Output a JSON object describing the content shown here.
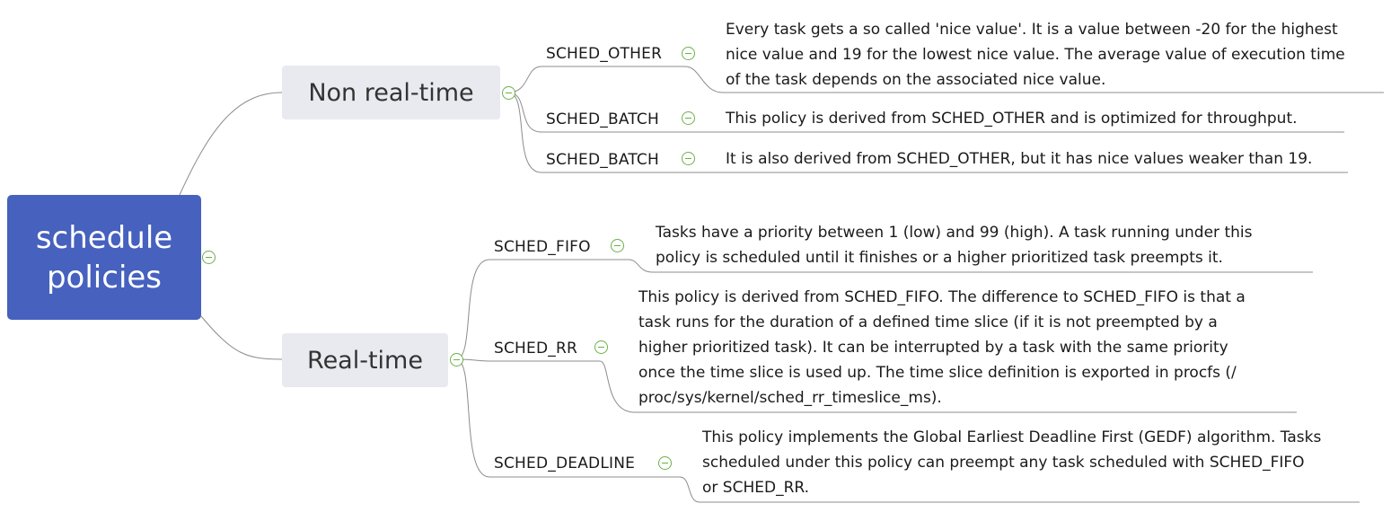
{
  "mindmap": {
    "root": {
      "label": "schedule policies",
      "line1": "schedule",
      "line2": "policies"
    },
    "branches": [
      {
        "label": "Non real-time",
        "children": [
          {
            "label": "SCHED_OTHER",
            "description_lines": [
              "Every task gets a so called 'nice value'. It is a value between -20 for the highest",
              "nice value and 19 for the lowest nice value. The average value of execution time",
              "of the task depends on the associated nice value."
            ]
          },
          {
            "label": "SCHED_BATCH",
            "description_lines": [
              "This policy is derived from SCHED_OTHER and is optimized for throughput."
            ]
          },
          {
            "label": "SCHED_BATCH",
            "description_lines": [
              "It is also derived from SCHED_OTHER, but it has nice values weaker than 19."
            ]
          }
        ]
      },
      {
        "label": "Real-time",
        "children": [
          {
            "label": "SCHED_FIFO",
            "description_lines": [
              "Tasks have a priority between 1 (low) and 99 (high). A task running under this",
              "policy is scheduled until it finishes or a higher prioritized task preempts it."
            ]
          },
          {
            "label": "SCHED_RR",
            "description_lines": [
              "This policy is derived from SCHED_FIFO. The difference to SCHED_FIFO is that a",
              "task runs for the duration of a defined time slice (if it is not preempted by a",
              "higher prioritized task). It can be interrupted by a task with the same priority",
              "once the time slice is used up. The time slice definition is exported in procfs (/",
              "proc/sys/kernel/sched_rr_timeslice_ms)."
            ]
          },
          {
            "label": "SCHED_DEADLINE",
            "description_lines": [
              "This policy implements the Global Earliest Deadline First (GEDF) algorithm. Tasks",
              "scheduled under this policy can preempt any task scheduled with SCHED_FIFO",
              "or SCHED_RR."
            ]
          }
        ]
      }
    ],
    "colors": {
      "root_fill": "#4661BE",
      "root_text": "#FFFFFF",
      "branch_fill": "#E9E9F0",
      "connector": "#8C8C8C",
      "toggle": "#6BB049"
    }
  }
}
